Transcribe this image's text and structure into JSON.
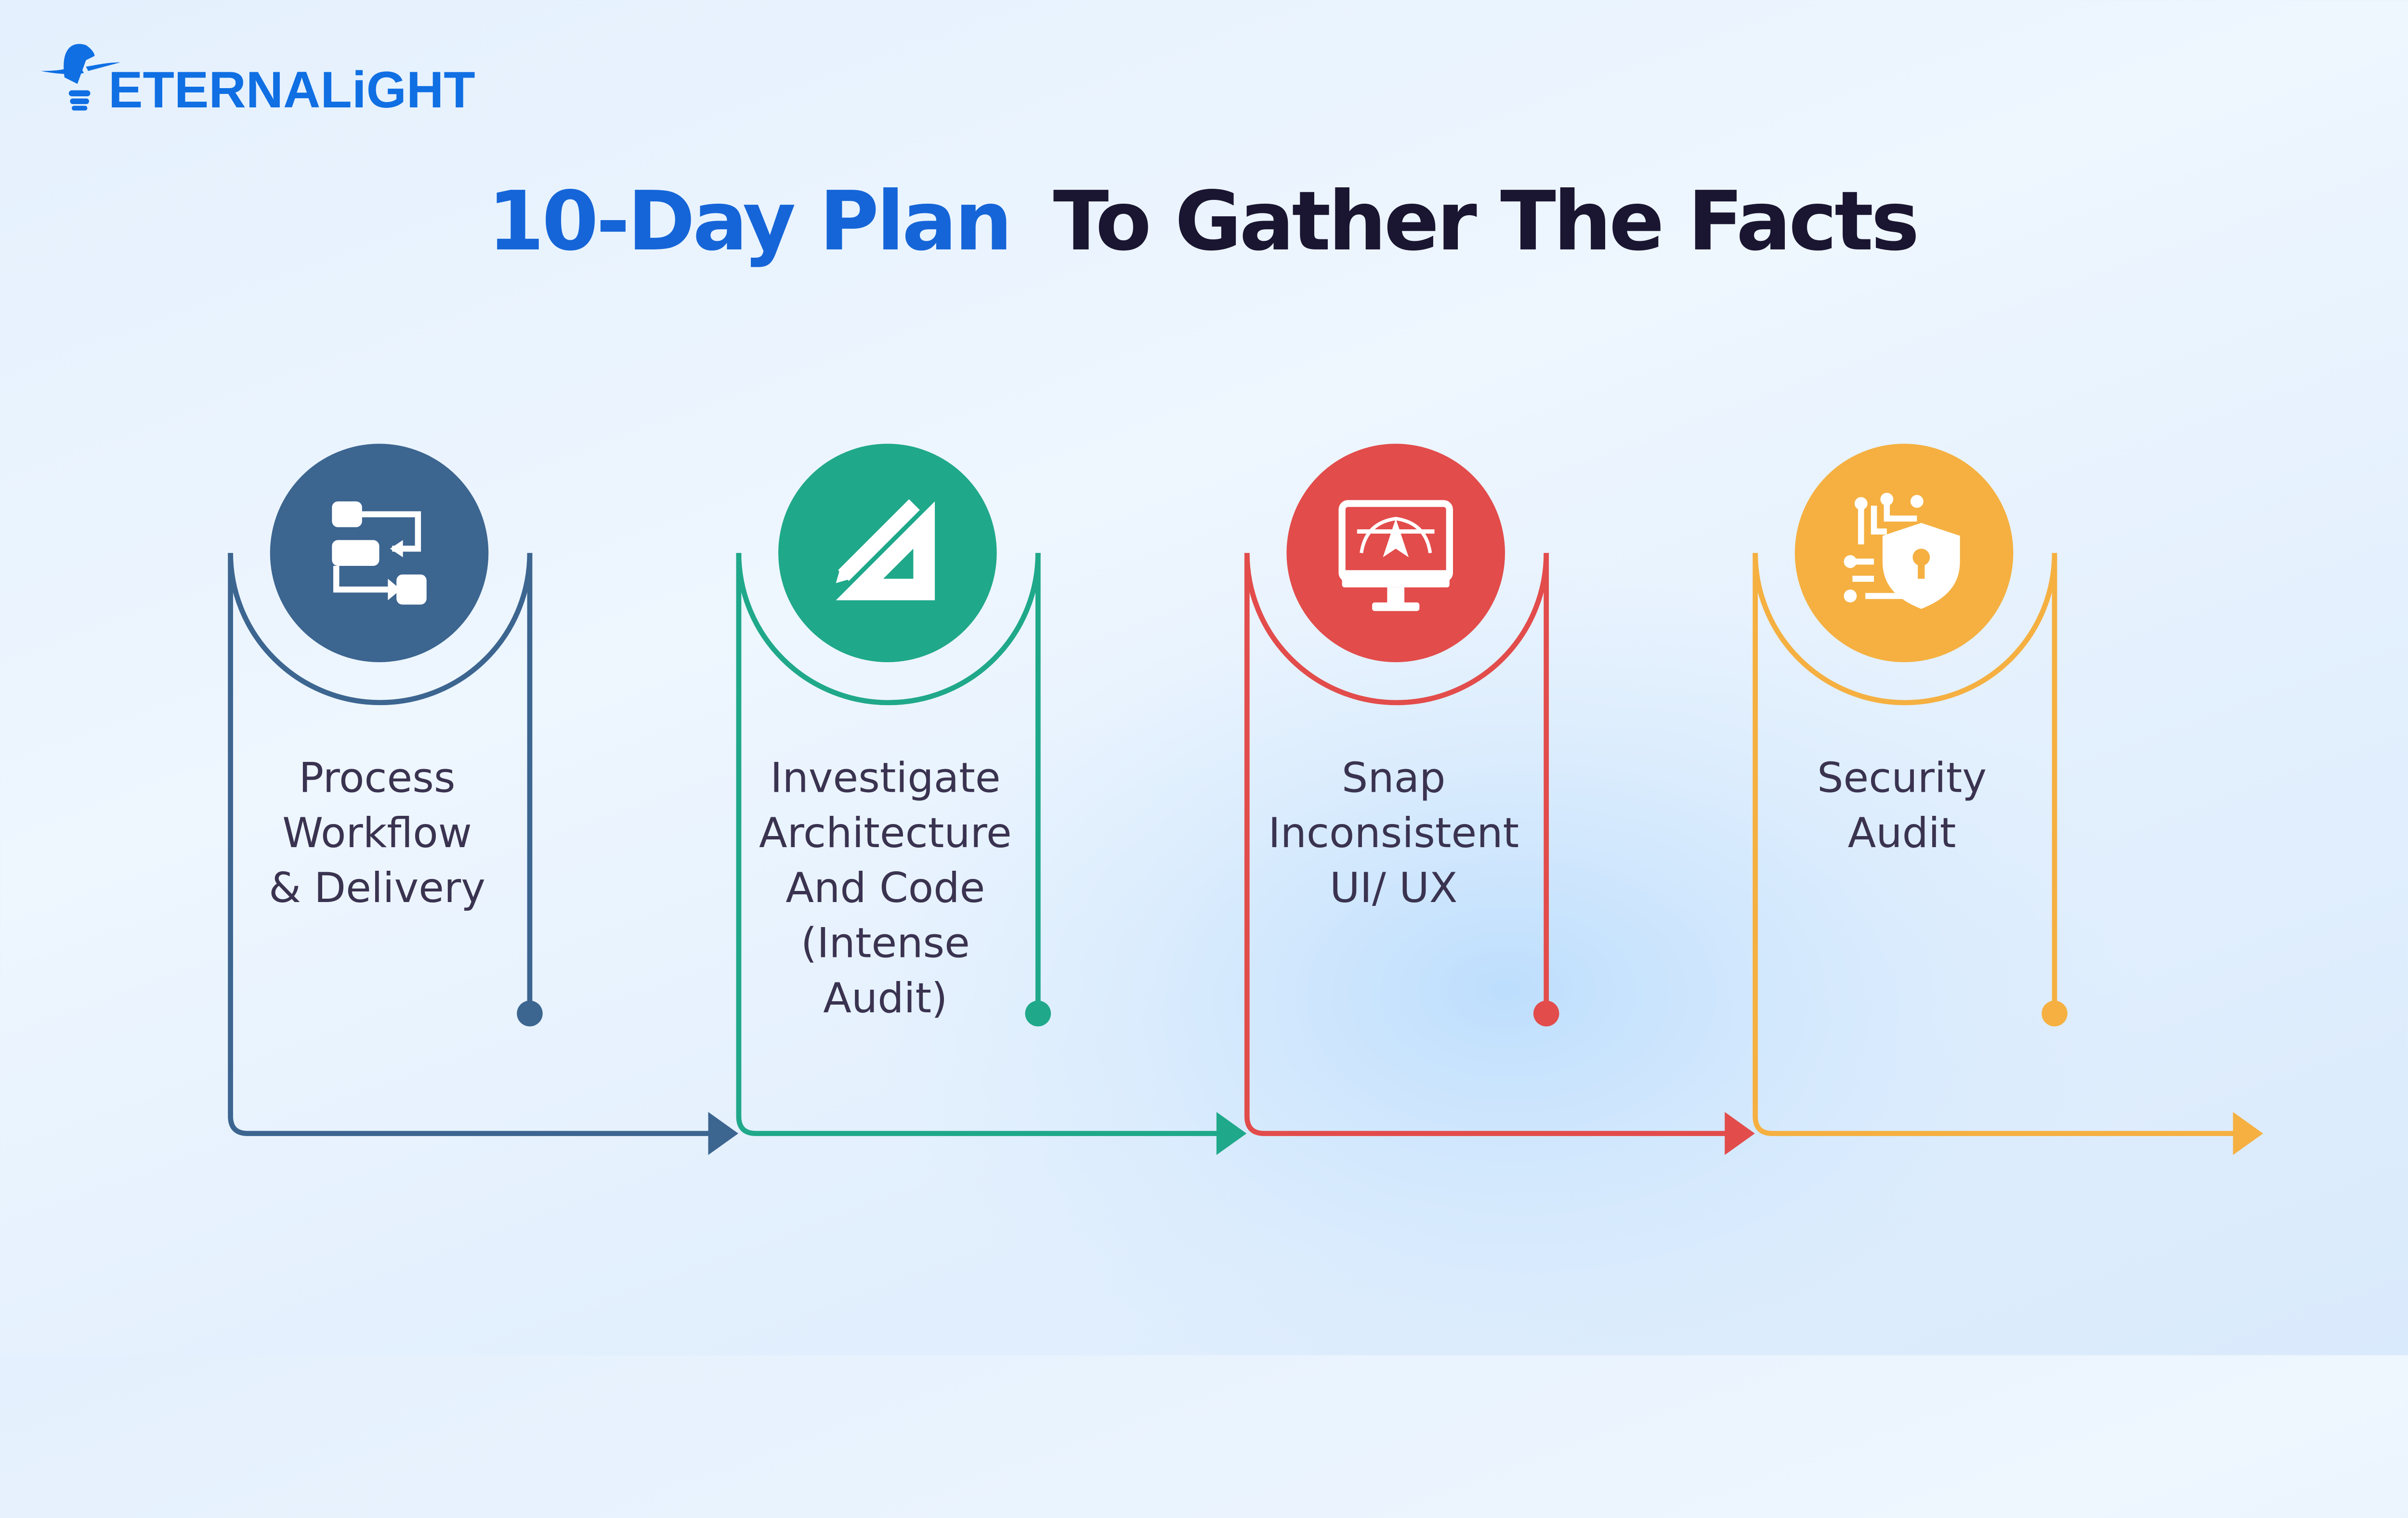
{
  "logo": {
    "text": "ETERNALiGHT",
    "color": "#0f6fe3"
  },
  "title": {
    "highlight": "10-Day Plan",
    "rest": "To Gather The Facts",
    "highlight_color": "#1565d8",
    "rest_color": "#1a1530"
  },
  "steps": [
    {
      "icon": "workflow-icon",
      "color": "#3c6590",
      "lines": [
        "Process",
        "Workflow",
        "& Delivery"
      ]
    },
    {
      "icon": "pencil-ruler-icon",
      "color": "#1fa88a",
      "lines": [
        "Investigate",
        "Architecture",
        "And Code",
        "(Intense",
        "Audit)"
      ]
    },
    {
      "icon": "monitor-design-icon",
      "color": "#e24c4b",
      "lines": [
        "Snap",
        "Inconsistent",
        "UI/ UX"
      ]
    },
    {
      "icon": "security-shield-icon",
      "color": "#f5b041",
      "lines": [
        "Security",
        "Audit"
      ]
    }
  ]
}
